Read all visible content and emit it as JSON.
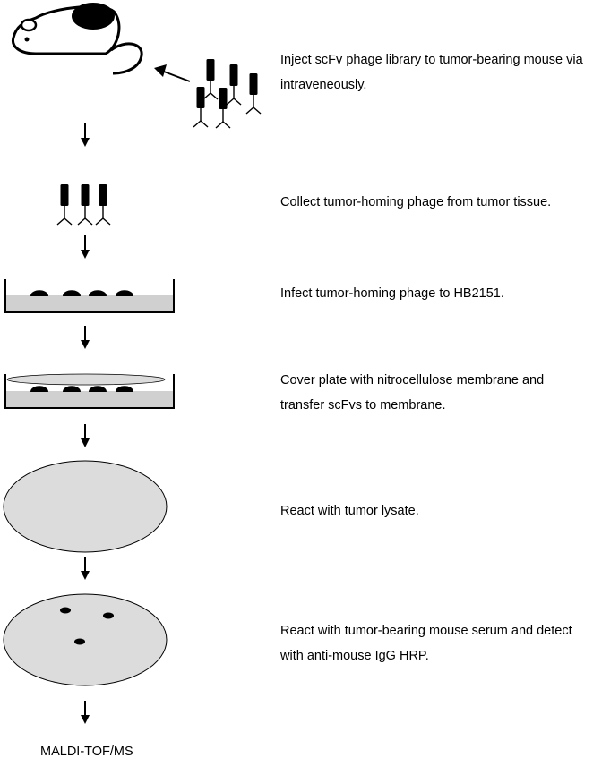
{
  "steps": [
    {
      "text": "Inject scFv phage library to tumor-bearing mouse via intraveneously."
    },
    {
      "text": "Collect tumor-homing phage from tumor tissue."
    },
    {
      "text": "Infect tumor-homing phage to HB2151."
    },
    {
      "text": "Cover plate with nitrocellulose membrane and transfer scFvs to membrane."
    },
    {
      "text": "React with tumor lysate."
    },
    {
      "text": "React with tumor-bearing mouse serum and detect with anti-mouse IgG HRP."
    }
  ],
  "final_step": {
    "text": "MALDI-TOF/MS"
  },
  "colors": {
    "ink": "#000000",
    "membrane_fill": "#dcdcdc",
    "medium_fill": "#d0d0d0",
    "background": "#ffffff"
  },
  "icons": [
    "mouse-icon",
    "phage-icon",
    "petri-dish-icon",
    "membrane-icon",
    "arrow-down-icon"
  ]
}
